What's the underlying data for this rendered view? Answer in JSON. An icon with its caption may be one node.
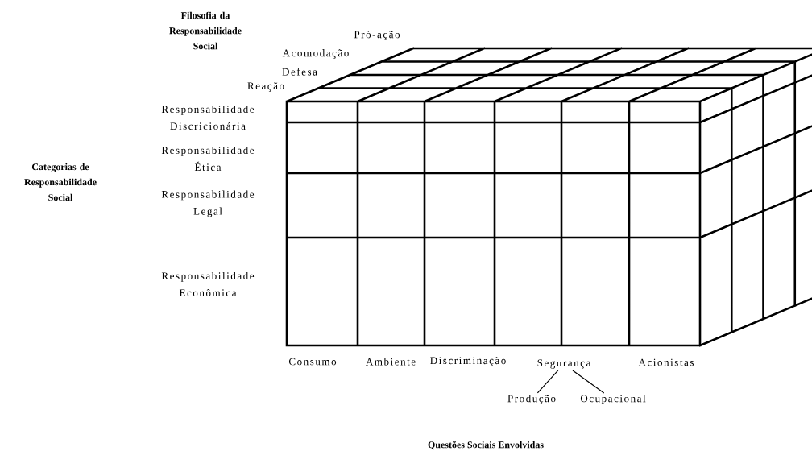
{
  "diagram": {
    "nodes": [
      {
        "text": [
          "Segurança"
        ]
      },
      {
        "text": [
          "Produção"
        ]
      },
      {
        "text": [
          "Ocupacional"
        ]
      }
    ],
    "edges": [
      {
        "from": 0,
        "to": 1,
        "arrow": "none"
      },
      {
        "from": 0,
        "to": 2,
        "arrow": "none"
      }
    ],
    "labels": [
      "Filosofia da Responsabilidade Social",
      "Pró-ação",
      "Acomodação",
      "Defesa",
      "Reação",
      "Responsabilidade Discricionária",
      "Categorias de Responsabilidade Social",
      "Responsabilidade Ética",
      "Responsabilidade Legal",
      "Responsabilidade Econômica",
      "Consumo",
      "Ambiente",
      "Discriminação",
      "Acionistas",
      "Questões Sociais Envolvidas"
    ]
  }
}
